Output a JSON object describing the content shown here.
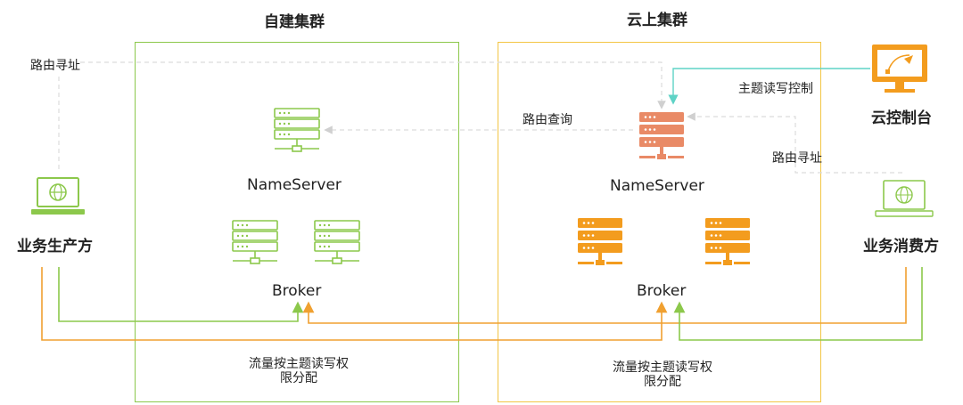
{
  "left_cluster": {
    "title": "自建集群",
    "nameserver_label": "NameServer",
    "broker_label": "Broker",
    "permission_line1": "流量按主题读写权",
    "permission_line2": "限分配"
  },
  "right_cluster": {
    "title": "云上集群",
    "nameserver_label": "NameServer",
    "broker_label": "Broker",
    "permission_line1": "流量按主题读写权",
    "permission_line2": "限分配"
  },
  "actors": {
    "producer": "业务生产方",
    "consumer": "业务消费方",
    "console": "云控制台"
  },
  "edges": {
    "route_addressing_left": "路由寻址",
    "route_query": "路由查询",
    "topic_rw_control": "主题读写控制",
    "route_addressing_right": "路由寻址"
  },
  "colors": {
    "green": "#8cc84b",
    "yellow": "#f3c545",
    "orange_server": "#e98a66",
    "orange_broker": "#f39c1e",
    "route_orange": "#f0a030",
    "teal": "#5fd3c6",
    "dashed_gray": "#d9d9d9"
  }
}
